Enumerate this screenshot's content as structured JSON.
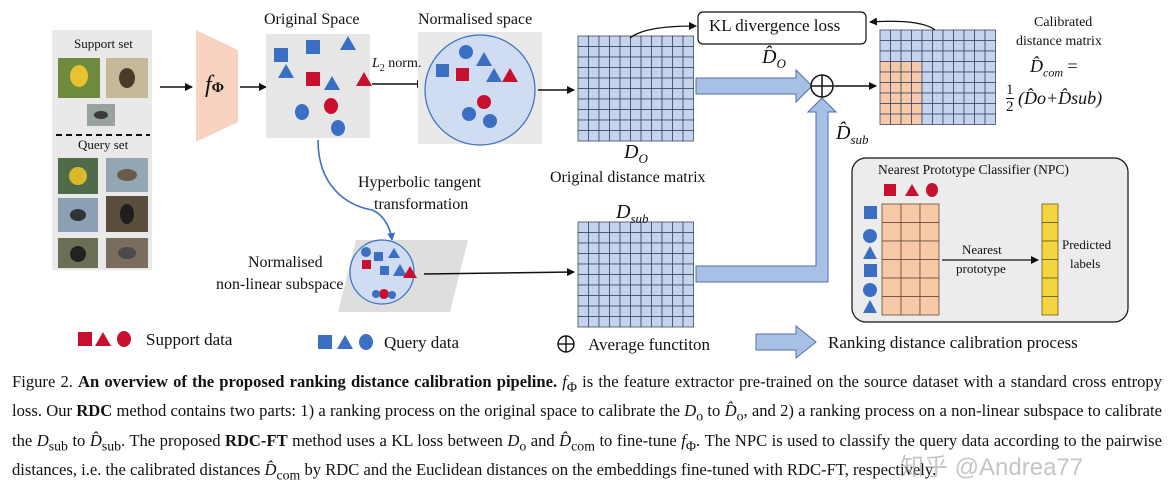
{
  "figure": {
    "left_panel": {
      "support_label": "Support set",
      "query_label": "Query set"
    },
    "extractor_label": "f",
    "extractor_sub": "Φ",
    "original_space_label": "Original Space",
    "normalised_space_label": "Normalised space",
    "l2_norm_label": "L",
    "l2_norm_sub": "2",
    "l2_norm_suffix": " norm.",
    "hyperbolic_label_1": "Hyperbolic tangent",
    "hyperbolic_label_2": "transformation",
    "subspace_label_1": "Normalised",
    "subspace_label_2": "non-linear subspace",
    "do_label": "D",
    "do_sub": "O",
    "original_matrix_label": "Original distance matrix",
    "dsub_label": "D",
    "dsub_sub": "sub",
    "kl_loss_label": "KL divergence loss",
    "dhat_o_label": "D̂",
    "dhat_o_sub": "O",
    "dhat_sub_label": "D̂",
    "dhat_sub_sub": "sub",
    "calibrated_label_1": "Calibrated",
    "calibrated_label_2": "distance matrix",
    "dcom_label": "D̂",
    "dcom_sub": "com",
    "dcom_eq": "=",
    "half_num": "1",
    "half_den": "2",
    "dcom_formula": "(D̂o+D̂sub)",
    "npc_title": "Nearest Prototype Classifier (NPC)",
    "nearest_label_1": "Nearest",
    "nearest_label_2": "prototype",
    "predicted_label_1": "Predicted",
    "predicted_label_2": "labels",
    "legend": {
      "support_data": "Support data",
      "query_data": "Query data",
      "average_symbol": "⊕",
      "average_function": "Average functiton",
      "ranking_process": "Ranking distance calibration process"
    },
    "colors": {
      "support_red": "#c8102e",
      "query_blue": "#3a6fc4",
      "matrix_blue": "#c5d3ec",
      "matrix_orange": "#f7c9a8",
      "predicted_yellow": "#f5d442",
      "arrow_fill": "#a9c0e6",
      "extractor_fill": "#f8d4c0",
      "space_fill": "#e6e6e6",
      "sphere_fill": "#cfdcf2"
    }
  },
  "caption": {
    "figure_num": "Figure 2.",
    "title": "An overview of the proposed ranking distance calibration pipeline.",
    "s1": "f",
    "s1_sub": "Φ",
    "s2": " is the feature extractor pre-trained on the source dataset with a standard cross entropy loss. Our ",
    "rdc": "RDC",
    "s3": " method contains two parts: 1) a ranking process on the original space to calibrate the ",
    "s4": "D",
    "s4_sub": "o",
    "s5": " to ",
    "s6": "D̂",
    "s6_sub": "o",
    "s7": ", and 2) a ranking process on a non-linear subspace to calibrate the ",
    "s8": "D",
    "s8_sub": "sub",
    "s9": " to ",
    "s10": "D̂",
    "s10_sub": "sub",
    "s11": ". The proposed ",
    "rdcft": "RDC-FT",
    "s12": " method uses a KL loss between ",
    "s13": "D",
    "s13_sub": "o",
    "s14": " and ",
    "s15": "D̂",
    "s15_sub": "com",
    "s16": " to fine-tune ",
    "s17": "f",
    "s17_sub": "Φ",
    "s18": ". The NPC is used to classify the query data according to the pairwise distances, i.e. the calibrated distances ",
    "s19": "D̂",
    "s19_sub": "com",
    "s20": " by RDC and the Euclidean distances on the embeddings fine-tuned with RDC-FT, respectively."
  },
  "watermark": "知乎 @Andrea77"
}
